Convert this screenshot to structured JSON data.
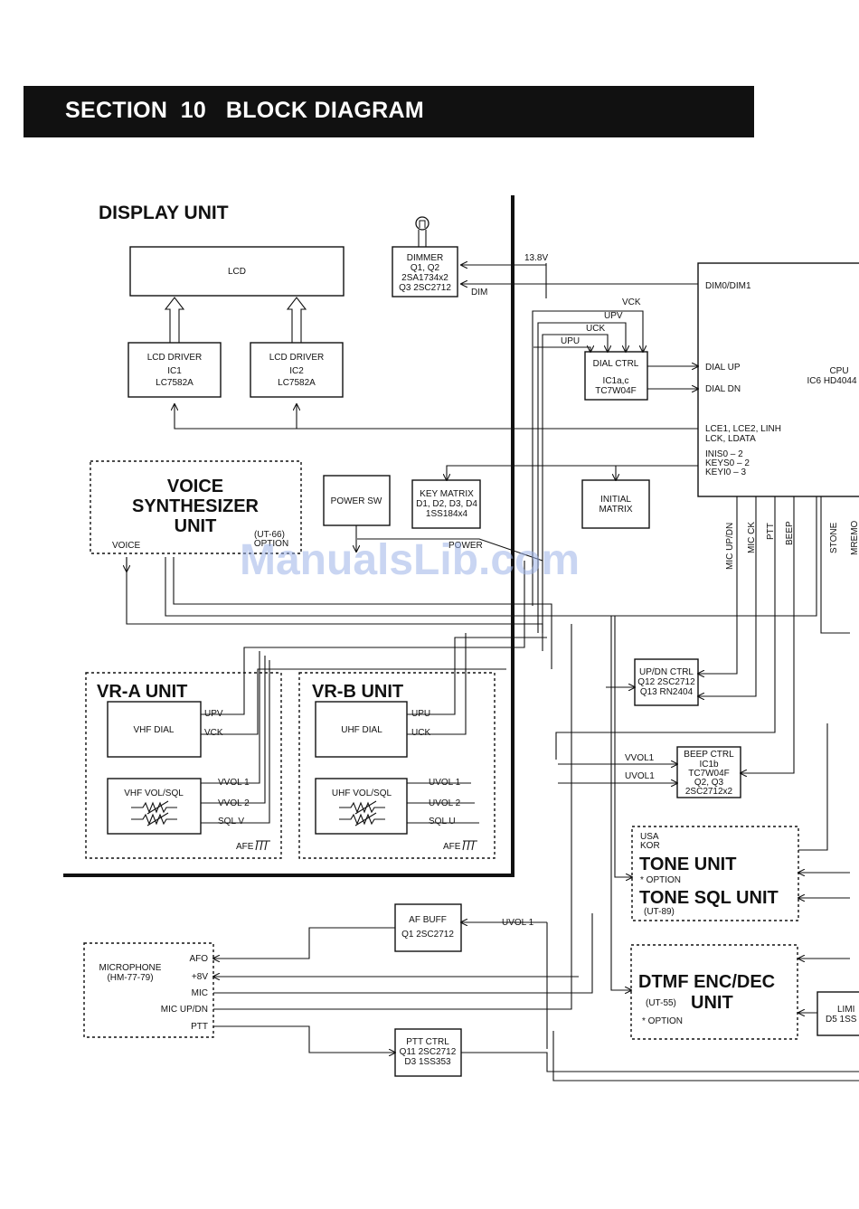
{
  "header": {
    "section_title": "SECTION  10   BLOCK DIAGRAM"
  },
  "watermark": "ManualsLib.com",
  "blocks": {
    "display_unit": "DISPLAY UNIT",
    "lcd": "LCD",
    "lcd_driver_1": [
      "LCD DRIVER",
      "IC1",
      "LC7582A"
    ],
    "lcd_driver_2": [
      "LCD DRIVER",
      "IC2",
      "LC7582A"
    ],
    "dimmer": [
      "DIMMER",
      "Q1, Q2",
      "2SA1734x2",
      "Q3 2SC2712"
    ],
    "voice_synth": [
      "VOICE",
      "SYNTHESIZER",
      "UNIT"
    ],
    "voice_synth_option": [
      "(UT-66)",
      "OPTION"
    ],
    "power_sw": "POWER SW",
    "key_matrix": [
      "KEY MATRIX",
      "D1, D2, D3, D4",
      "1SS184x4"
    ],
    "initial_matrix": [
      "INITIAL",
      "MATRIX"
    ],
    "dial_ctrl": [
      "DIAL CTRL",
      "IC1a,c",
      "TC7W04F"
    ],
    "cpu": [
      "CPU",
      "IC6  HD4044"
    ],
    "cpu_pins": [
      "DIM0/DIM1",
      "DIAL UP",
      "DIAL DN",
      "LCE1, LCE2, LINH",
      "LCK, LDATA",
      "INIS0 – 2",
      "KEYS0 – 2",
      "KEYI0 – 3"
    ],
    "vra_unit": "VR-A UNIT",
    "vrb_unit": "VR-B UNIT",
    "vhf_dial": "VHF DIAL",
    "uhf_dial": "UHF DIAL",
    "vhf_volsql": "VHF VOL/SQL",
    "uhf_volsql": "UHF VOL/SQL",
    "updn_ctrl": [
      "UP/DN CTRL",
      "Q12 2SC2712",
      "Q13 RN2404"
    ],
    "beep_ctrl": [
      "BEEP CTRL",
      "IC1b",
      "TC7W04F",
      "Q2, Q3",
      "2SC2712x2"
    ],
    "tone_unit": [
      "USA",
      "KOR",
      "TONE UNIT",
      "* OPTION",
      "TONE SQL UNIT",
      "(UT-89)"
    ],
    "dtmf_unit": [
      "DTMF ENC/DEC",
      "(UT-55)",
      "UNIT",
      "* OPTION"
    ],
    "af_buff": [
      "AF BUFF",
      "Q1 2SC2712"
    ],
    "ptt_ctrl": [
      "PTT CTRL",
      "Q11 2SC2712",
      "D3 1SS353"
    ],
    "microphone": [
      "MICROPHONE",
      "(HM-77-79)"
    ],
    "mic_pins": [
      "AFO",
      "+8V",
      "MIC",
      "MIC UP/DN",
      "PTT"
    ],
    "limiter": [
      "LIMI",
      "D5 1SS"
    ]
  },
  "signals": {
    "v138": "13.8V",
    "dim": "DIM",
    "vck": "VCK",
    "upv": "UPV",
    "uck": "UCK",
    "upu": "UPU",
    "voice": "VOICE",
    "power": "POWER",
    "mic_updn": "MIC UP/DN",
    "mic_ck": "MIC CK",
    "ptt": "PTT",
    "beep": "BEEP",
    "stone": "STONE",
    "mremo": "MREMO",
    "vvol1": "VVOL 1",
    "vvol2": "VVOL 2",
    "sqlv": "SQL V",
    "uvol1": "UVOL 1",
    "uvol2": "UVOL 2",
    "sqlu": "SQL U",
    "afe": "AFE",
    "vvol1_r": "VVOL1",
    "uvol1_r": "UVOL1"
  }
}
